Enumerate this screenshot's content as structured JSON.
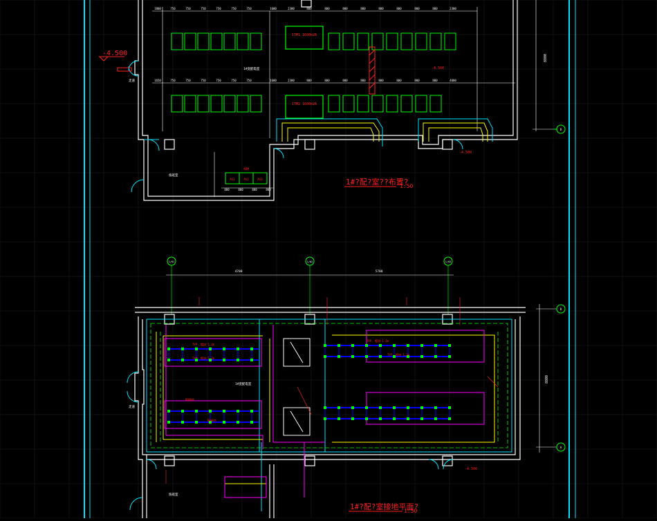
{
  "colors": {
    "background": "#000000",
    "grid": "#2a2a2a",
    "wall": "#ffffff",
    "frame": "#00e5ff",
    "dimension": "#ffffff",
    "equipment": "#00ff00",
    "annotation": "#ff2020",
    "tray": "#ffff00",
    "cable": "#ff00ff",
    "bus": "#0000ff",
    "axis": "#00ff00"
  },
  "drawing_top": {
    "elevation_mark": "-4.500",
    "elevation_mark_right": "-4.500",
    "title": "1#?配?室??布置?",
    "scale": "1:50",
    "room_label_main": "1#变配电室",
    "room_label_side": "值班室",
    "door_label_left": "走道",
    "axis_right": "B",
    "top_dims_left": [
      "1800",
      "750",
      "750",
      "750",
      "750",
      "750",
      "750"
    ],
    "top_dims_right": [
      "1600",
      "2300",
      "800",
      "800",
      "800",
      "800",
      "800",
      "800",
      "800",
      "800",
      "2300"
    ],
    "mid_dims_left": [
      "1650",
      "750",
      "750",
      "750",
      "750",
      "750",
      "750"
    ],
    "mid_dims_right": [
      "1600",
      "2300",
      "800",
      "800",
      "800",
      "800",
      "800",
      "800",
      "800",
      "800",
      "4000"
    ],
    "bottom_dims": [
      "800",
      "800",
      "800",
      "800"
    ],
    "right_total": "8800",
    "transformer_top": "1TM1\n1600kVA",
    "transformer_bottom": "1TM2\n1600kVA",
    "panel_group_label": "ADM",
    "panels_small": [
      "AS1",
      "AS2",
      "AS3"
    ]
  },
  "drawing_bottom": {
    "title": "1#?配?室接地平面?",
    "scale": "1:50",
    "axis_labels": [
      "1/01",
      "1/02",
      "1/03"
    ],
    "axis_right_top": "B",
    "axis_right_bottom": "A",
    "span_left": "4700",
    "span_right": "5700",
    "room_label_main": "1#变配电室",
    "room_label_side": "值班室",
    "door_label_left": "走道",
    "right_total": "8800",
    "elevation_mark": "-4.500",
    "notes": [
      "TYP. 镀锌-1.2m",
      "TYP. 镀锌-1.2m",
      "TYP. 镀锌-1.2m",
      "TYP. 镀锌-1.2m",
      "BB接地",
      "BB接地"
    ]
  }
}
